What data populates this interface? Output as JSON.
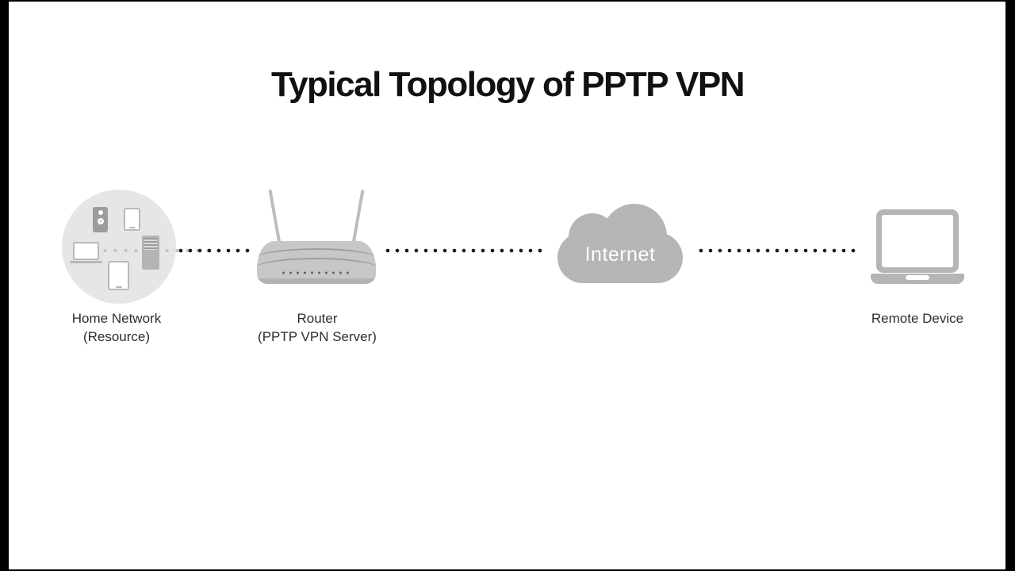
{
  "title": "Typical Topology of PPTP VPN",
  "colors": {
    "background": "#ffffff",
    "frame_edge": "#000000",
    "title_text": "#111111",
    "label_text": "#2e2e2e",
    "dotted_line": "#1a1a1a",
    "node_gray": "#b5b5b5",
    "router_gray": "#c7c7c7",
    "home_circle_fill": "#e6e6e6",
    "cloud_text": "#ffffff"
  },
  "nodes": [
    {
      "id": "home-network",
      "icon": "home-network-devices-icon",
      "label": "Home Network",
      "sublabel": "(Resource)"
    },
    {
      "id": "router",
      "icon": "wireless-router-icon",
      "label": "Router",
      "sublabel": "(PPTP VPN Server)"
    },
    {
      "id": "internet",
      "icon": "cloud-icon",
      "label_inside": "Internet"
    },
    {
      "id": "remote-device",
      "icon": "laptop-icon",
      "label": "Remote Device"
    }
  ],
  "connections": [
    {
      "from": "home-network",
      "to": "router",
      "style": "dotted"
    },
    {
      "from": "router",
      "to": "internet",
      "style": "dotted"
    },
    {
      "from": "internet",
      "to": "remote-device",
      "style": "dotted"
    }
  ]
}
